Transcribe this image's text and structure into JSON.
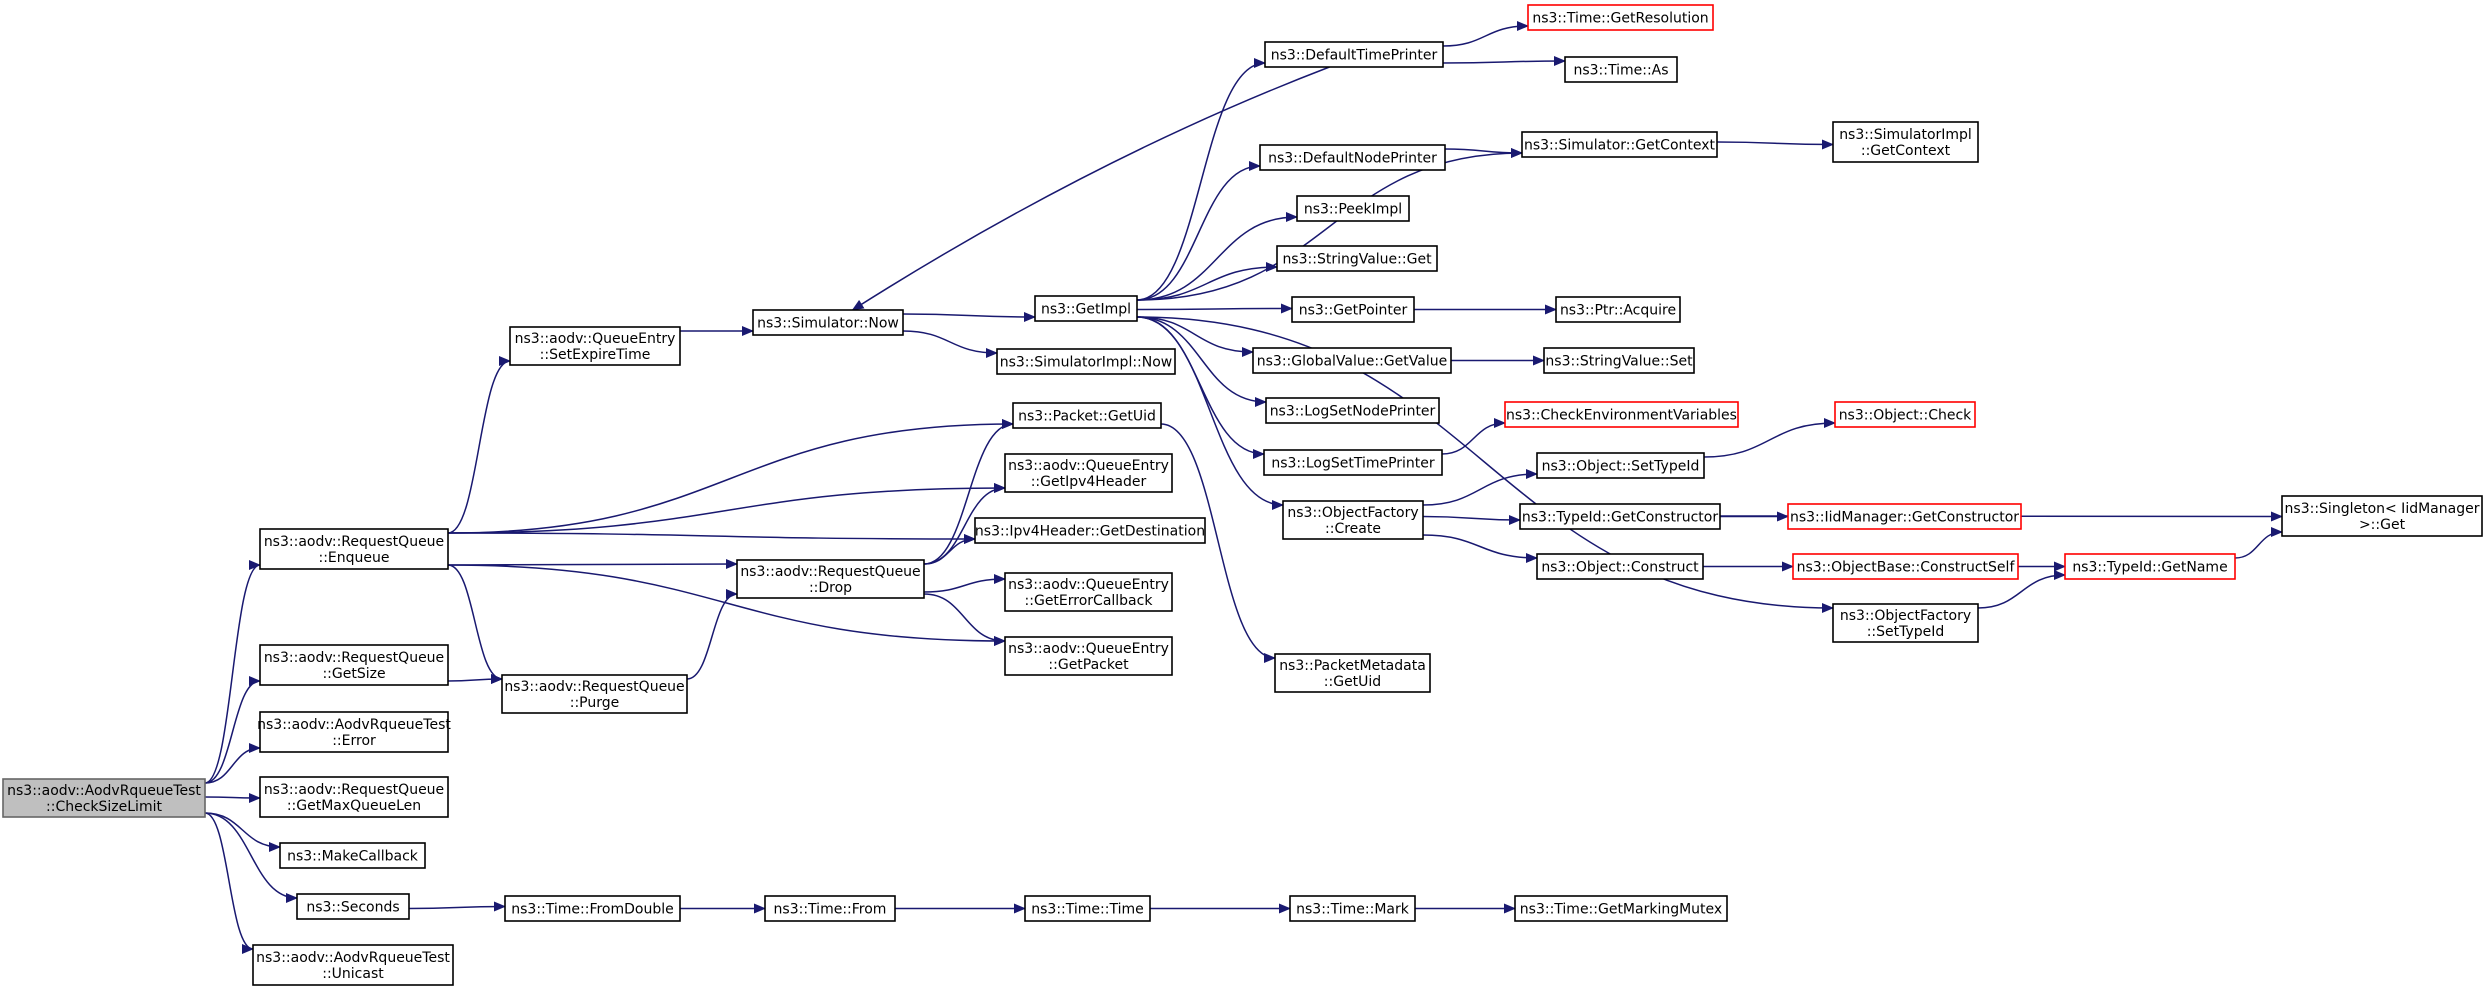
{
  "colors": {
    "edge": "#191970",
    "box": "#000000",
    "box_red": "#ff0000",
    "root_fill": "#bfbfbf"
  },
  "nodes": [
    {
      "id": "root",
      "lines": [
        "ns3::aodv::AodvRqueueTest",
        "::CheckSizeLimit"
      ],
      "style": "root"
    },
    {
      "id": "enqueue",
      "lines": [
        "ns3::aodv::RequestQueue",
        "::Enqueue"
      ],
      "style": "normal"
    },
    {
      "id": "getsize",
      "lines": [
        "ns3::aodv::RequestQueue",
        "::GetSize"
      ],
      "style": "normal"
    },
    {
      "id": "error",
      "lines": [
        "ns3::aodv::AodvRqueueTest",
        "::Error"
      ],
      "style": "normal"
    },
    {
      "id": "getmaxqlen",
      "lines": [
        "ns3::aodv::RequestQueue",
        "::GetMaxQueueLen"
      ],
      "style": "normal"
    },
    {
      "id": "makecallback",
      "lines": [
        "ns3::MakeCallback"
      ],
      "style": "normal"
    },
    {
      "id": "seconds",
      "lines": [
        "ns3::Seconds"
      ],
      "style": "normal"
    },
    {
      "id": "unicast",
      "lines": [
        "ns3::aodv::AodvRqueueTest",
        "::Unicast"
      ],
      "style": "normal"
    },
    {
      "id": "setexpire",
      "lines": [
        "ns3::aodv::QueueEntry",
        "::SetExpireTime"
      ],
      "style": "normal"
    },
    {
      "id": "purge",
      "lines": [
        "ns3::aodv::RequestQueue",
        "::Purge"
      ],
      "style": "normal"
    },
    {
      "id": "fromdouble",
      "lines": [
        "ns3::Time::FromDouble"
      ],
      "style": "normal"
    },
    {
      "id": "simnow",
      "lines": [
        "ns3::Simulator::Now"
      ],
      "style": "normal"
    },
    {
      "id": "drop",
      "lines": [
        "ns3::aodv::RequestQueue",
        "::Drop"
      ],
      "style": "normal"
    },
    {
      "id": "timefrom",
      "lines": [
        "ns3::Time::From"
      ],
      "style": "normal"
    },
    {
      "id": "getimpl",
      "lines": [
        "ns3::GetImpl"
      ],
      "style": "normal"
    },
    {
      "id": "simimplnow",
      "lines": [
        "ns3::SimulatorImpl::Now"
      ],
      "style": "normal"
    },
    {
      "id": "pktgetuid",
      "lines": [
        "ns3::Packet::GetUid"
      ],
      "style": "normal"
    },
    {
      "id": "getipv4hdr",
      "lines": [
        "ns3::aodv::QueueEntry",
        "::GetIpv4Header"
      ],
      "style": "normal"
    },
    {
      "id": "getdest",
      "lines": [
        "ns3::Ipv4Header::GetDestination"
      ],
      "style": "normal"
    },
    {
      "id": "geterrcb",
      "lines": [
        "ns3::aodv::QueueEntry",
        "::GetErrorCallback"
      ],
      "style": "normal"
    },
    {
      "id": "getpacket",
      "lines": [
        "ns3::aodv::QueueEntry",
        "::GetPacket"
      ],
      "style": "normal"
    },
    {
      "id": "timetime",
      "lines": [
        "ns3::Time::Time"
      ],
      "style": "normal"
    },
    {
      "id": "deftimeprinter",
      "lines": [
        "ns3::DefaultTimePrinter"
      ],
      "style": "normal"
    },
    {
      "id": "defnodeprinter",
      "lines": [
        "ns3::DefaultNodePrinter"
      ],
      "style": "normal"
    },
    {
      "id": "peekimpl",
      "lines": [
        "ns3::PeekImpl"
      ],
      "style": "normal"
    },
    {
      "id": "strvalget",
      "lines": [
        "ns3::StringValue::Get"
      ],
      "style": "normal"
    },
    {
      "id": "getpointer",
      "lines": [
        "ns3::GetPointer"
      ],
      "style": "normal"
    },
    {
      "id": "globalvalget",
      "lines": [
        "ns3::GlobalValue::GetValue"
      ],
      "style": "normal"
    },
    {
      "id": "logsetnode",
      "lines": [
        "ns3::LogSetNodePrinter"
      ],
      "style": "normal"
    },
    {
      "id": "logsettime",
      "lines": [
        "ns3::LogSetTimePrinter"
      ],
      "style": "normal"
    },
    {
      "id": "ofcreate",
      "lines": [
        "ns3::ObjectFactory",
        "::Create"
      ],
      "style": "normal"
    },
    {
      "id": "pmgetuid",
      "lines": [
        "ns3::PacketMetadata",
        "::GetUid"
      ],
      "style": "normal"
    },
    {
      "id": "timemark",
      "lines": [
        "ns3::Time::Mark"
      ],
      "style": "normal"
    },
    {
      "id": "timegetres",
      "lines": [
        "ns3::Time::GetResolution"
      ],
      "style": "red"
    },
    {
      "id": "timeas",
      "lines": [
        "ns3::Time::As"
      ],
      "style": "normal"
    },
    {
      "id": "simgetctx",
      "lines": [
        "ns3::Simulator::GetContext"
      ],
      "style": "normal"
    },
    {
      "id": "ptracquire",
      "lines": [
        "ns3::Ptr::Acquire"
      ],
      "style": "normal"
    },
    {
      "id": "strvalset",
      "lines": [
        "ns3::StringValue::Set"
      ],
      "style": "normal"
    },
    {
      "id": "checkenv",
      "lines": [
        "ns3::CheckEnvironmentVariables"
      ],
      "style": "red"
    },
    {
      "id": "objsettid",
      "lines": [
        "ns3::Object::SetTypeId"
      ],
      "style": "normal"
    },
    {
      "id": "tidgetctor",
      "lines": [
        "ns3::TypeId::GetConstructor"
      ],
      "style": "normal"
    },
    {
      "id": "objconstruct",
      "lines": [
        "ns3::Object::Construct"
      ],
      "style": "normal"
    },
    {
      "id": "ofsettid",
      "lines": [
        "ns3::ObjectFactory",
        "::SetTypeId"
      ],
      "style": "normal"
    },
    {
      "id": "getmarkmutex",
      "lines": [
        "ns3::Time::GetMarkingMutex"
      ],
      "style": "normal"
    },
    {
      "id": "simimplgetctx",
      "lines": [
        "ns3::SimulatorImpl",
        "::GetContext"
      ],
      "style": "normal"
    },
    {
      "id": "objcheck",
      "lines": [
        "ns3::Object::Check"
      ],
      "style": "red"
    },
    {
      "id": "iidgetctor",
      "lines": [
        "ns3::IidManager::GetConstructor"
      ],
      "style": "red"
    },
    {
      "id": "objbaseconstruct",
      "lines": [
        "ns3::ObjectBase::ConstructSelf"
      ],
      "style": "red"
    },
    {
      "id": "tidgetname",
      "lines": [
        "ns3::TypeId::GetName"
      ],
      "style": "red"
    },
    {
      "id": "singletonget",
      "lines": [
        "ns3::Singleton< IidManager",
        " >::Get"
      ],
      "style": "normal"
    }
  ],
  "edges": [
    [
      "root",
      "enqueue"
    ],
    [
      "root",
      "getsize"
    ],
    [
      "root",
      "error"
    ],
    [
      "root",
      "getmaxqlen"
    ],
    [
      "root",
      "makecallback"
    ],
    [
      "root",
      "seconds"
    ],
    [
      "root",
      "unicast"
    ],
    [
      "enqueue",
      "setexpire"
    ],
    [
      "enqueue",
      "pktgetuid"
    ],
    [
      "enqueue",
      "getipv4hdr"
    ],
    [
      "enqueue",
      "getdest"
    ],
    [
      "enqueue",
      "drop"
    ],
    [
      "enqueue",
      "getpacket"
    ],
    [
      "enqueue",
      "purge"
    ],
    [
      "getsize",
      "purge"
    ],
    [
      "purge",
      "drop"
    ],
    [
      "setexpire",
      "simnow"
    ],
    [
      "simnow",
      "getimpl"
    ],
    [
      "simnow",
      "simimplnow"
    ],
    [
      "drop",
      "pktgetuid"
    ],
    [
      "drop",
      "getipv4hdr"
    ],
    [
      "drop",
      "getdest"
    ],
    [
      "drop",
      "geterrcb"
    ],
    [
      "drop",
      "getpacket"
    ],
    [
      "pktgetuid",
      "pmgetuid"
    ],
    [
      "seconds",
      "fromdouble"
    ],
    [
      "fromdouble",
      "timefrom"
    ],
    [
      "timefrom",
      "timetime"
    ],
    [
      "timetime",
      "timemark"
    ],
    [
      "timemark",
      "getmarkmutex"
    ],
    [
      "getimpl",
      "deftimeprinter"
    ],
    [
      "getimpl",
      "simgetctx"
    ],
    [
      "getimpl",
      "defnodeprinter"
    ],
    [
      "getimpl",
      "peekimpl"
    ],
    [
      "getimpl",
      "strvalget"
    ],
    [
      "getimpl",
      "getpointer"
    ],
    [
      "getimpl",
      "globalvalget"
    ],
    [
      "getimpl",
      "logsetnode"
    ],
    [
      "getimpl",
      "logsettime"
    ],
    [
      "getimpl",
      "ofcreate"
    ],
    [
      "getimpl",
      "ofsettid"
    ],
    [
      "deftimeprinter",
      "simnow"
    ],
    [
      "deftimeprinter",
      "timegetres"
    ],
    [
      "deftimeprinter",
      "timeas"
    ],
    [
      "defnodeprinter",
      "simgetctx"
    ],
    [
      "simgetctx",
      "simimplgetctx"
    ],
    [
      "getpointer",
      "ptracquire"
    ],
    [
      "globalvalget",
      "strvalset"
    ],
    [
      "logsettime",
      "checkenv"
    ],
    [
      "ofcreate",
      "objsettid"
    ],
    [
      "ofcreate",
      "tidgetctor"
    ],
    [
      "ofcreate",
      "objconstruct"
    ],
    [
      "objsettid",
      "objcheck"
    ],
    [
      "tidgetctor",
      "iidgetctor"
    ],
    [
      "tidgetctor",
      "singletonget"
    ],
    [
      "objconstruct",
      "objbaseconstruct"
    ],
    [
      "objbaseconstruct",
      "tidgetname"
    ],
    [
      "ofsettid",
      "tidgetname"
    ],
    [
      "tidgetname",
      "singletonget"
    ]
  ]
}
